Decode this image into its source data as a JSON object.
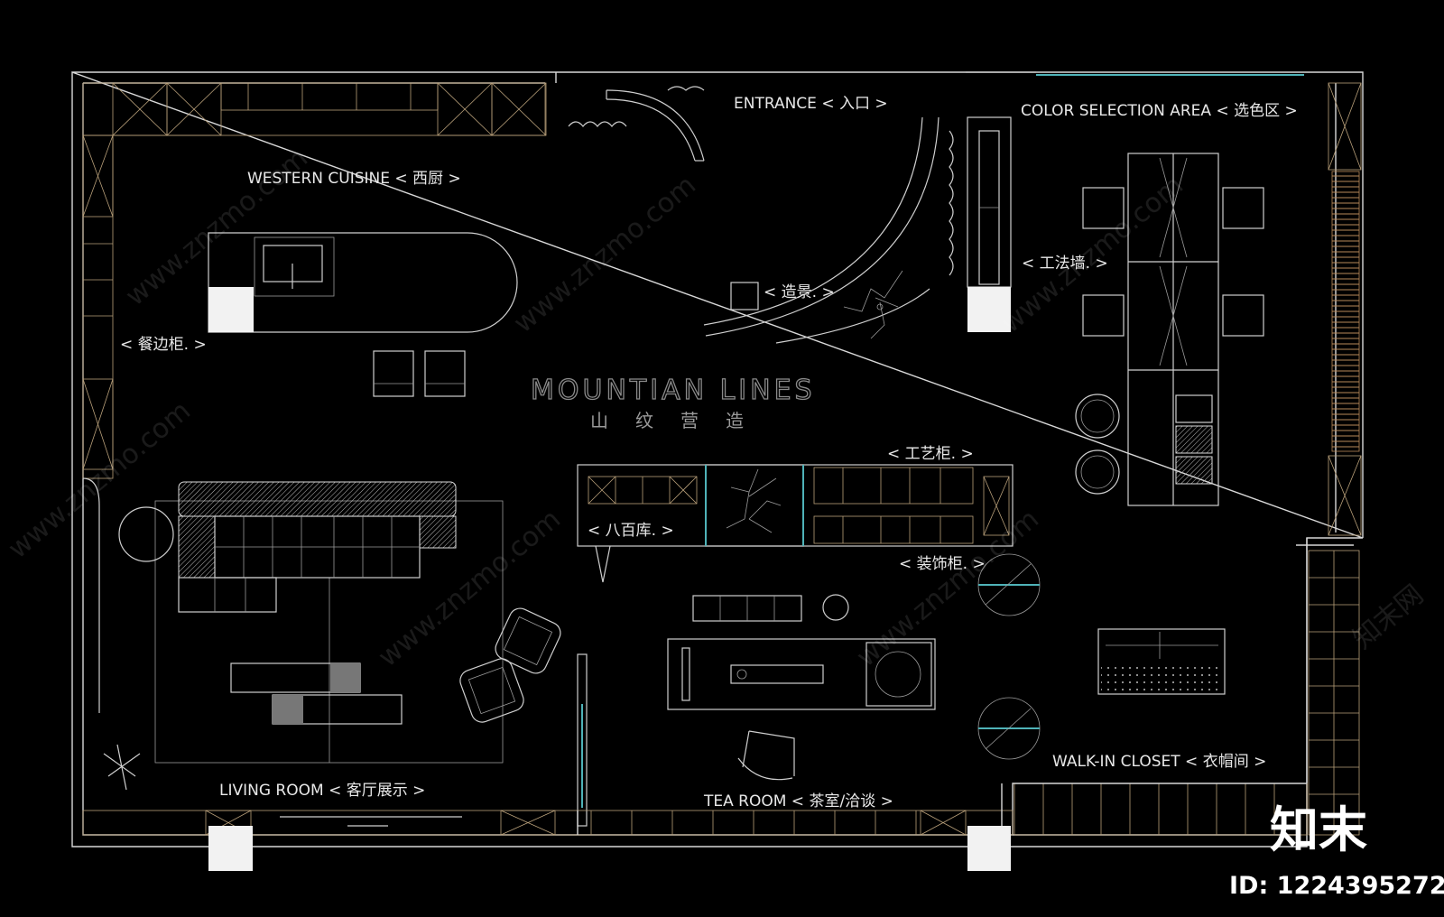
{
  "rooms": {
    "entrance": "ENTRANCE < 入口 >",
    "color_selection": "COLOR SELECTION AREA  < 选色区 >",
    "western_cuisine": "WESTERN CUISINE  < 西厨 >",
    "dining_cabinet": "< 餐边柜. >",
    "landscape": "< 造景. >",
    "craft_wall": "< 工法墙. >",
    "craft_cabinet": "< 工艺柜. >",
    "storage": "< 八百库. >",
    "decor_cabinet": "< 装饰柜. >",
    "living_room": "LIVING ROOM  < 客厅展示 >",
    "tea_room": "TEA ROOM < 茶室/洽谈 >",
    "walk_in_closet": "WALK-IN CLOSET  < 衣帽间 >"
  },
  "brand": {
    "name": "MOUNTIAN LINES",
    "subtitle": "山纹营造"
  },
  "watermark": {
    "site": "www.znzmo.com",
    "cn": "知末网",
    "logo": "知末",
    "id": "ID: 1224395272"
  }
}
